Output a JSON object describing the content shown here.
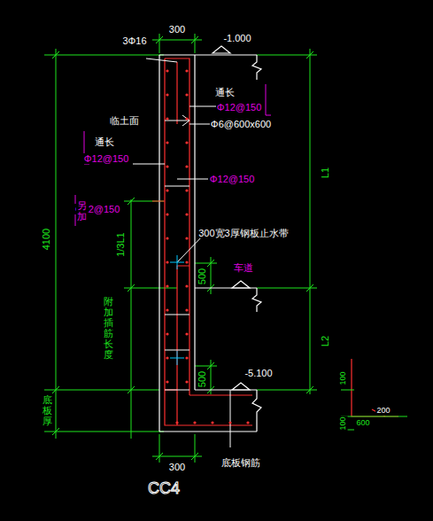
{
  "diagram": {
    "caption": "CC4",
    "labels": [
      "300",
      "3Φ16",
      "-1.000",
      "通长",
      "Φ12@150",
      "临土面",
      "Φ6@600x600",
      "通长",
      "Φ12@150",
      "Φ12@150",
      "Φ12@150",
      "另加",
      "L1",
      "4100",
      "300宽3厚钢板止水带",
      "1/3L1",
      "500",
      "车道",
      "附加插筋长度",
      "L2",
      "500",
      "-5.100",
      "底板厚",
      "300",
      "底板钢筋",
      "100",
      "600",
      "200",
      "100"
    ]
  }
}
